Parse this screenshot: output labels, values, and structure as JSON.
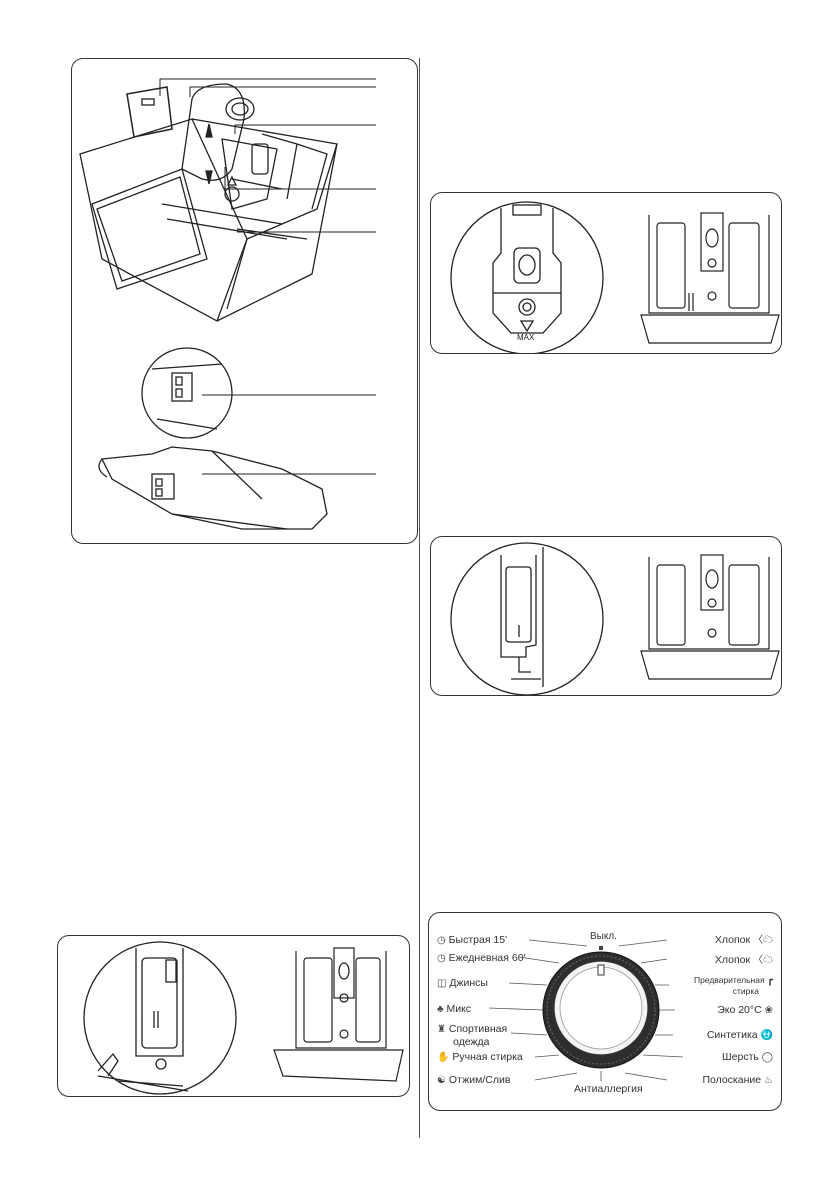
{
  "dispenser": {
    "max_label": "MAX"
  },
  "control_panel": {
    "off_label": "Выкл.",
    "programs_left": [
      {
        "label": "Быстрая 15'",
        "icon": "clock-icon"
      },
      {
        "label": "Ежедневная 60'",
        "icon": "clock-icon"
      },
      {
        "label": "Джинсы",
        "icon": "jeans-icon"
      },
      {
        "label": "Микс",
        "icon": "mix-icon"
      },
      {
        "label": "Спортивная",
        "label2": "одежда",
        "icon": "sport-icon"
      },
      {
        "label": "Ручная стирка",
        "icon": "hand-wash-icon"
      },
      {
        "label": "Отжим/Слив",
        "icon": "spin-drain-icon"
      }
    ],
    "programs_right": [
      {
        "label": "Хлопок",
        "icon": "cotton-eco-icon"
      },
      {
        "label": "Хлопок",
        "icon": "cotton-icon"
      },
      {
        "label": "Предварительная",
        "label2": "стирка",
        "icon": "prewash-icon"
      },
      {
        "label": "Эко 20°C",
        "icon": "eco-leaf-icon"
      },
      {
        "label": "Синтетика",
        "icon": "synthetics-icon"
      },
      {
        "label": "Шерсть",
        "icon": "wool-icon"
      },
      {
        "label": "Полоскание",
        "icon": "rinse-icon"
      }
    ],
    "bottom_label": "Антиаллергия"
  }
}
